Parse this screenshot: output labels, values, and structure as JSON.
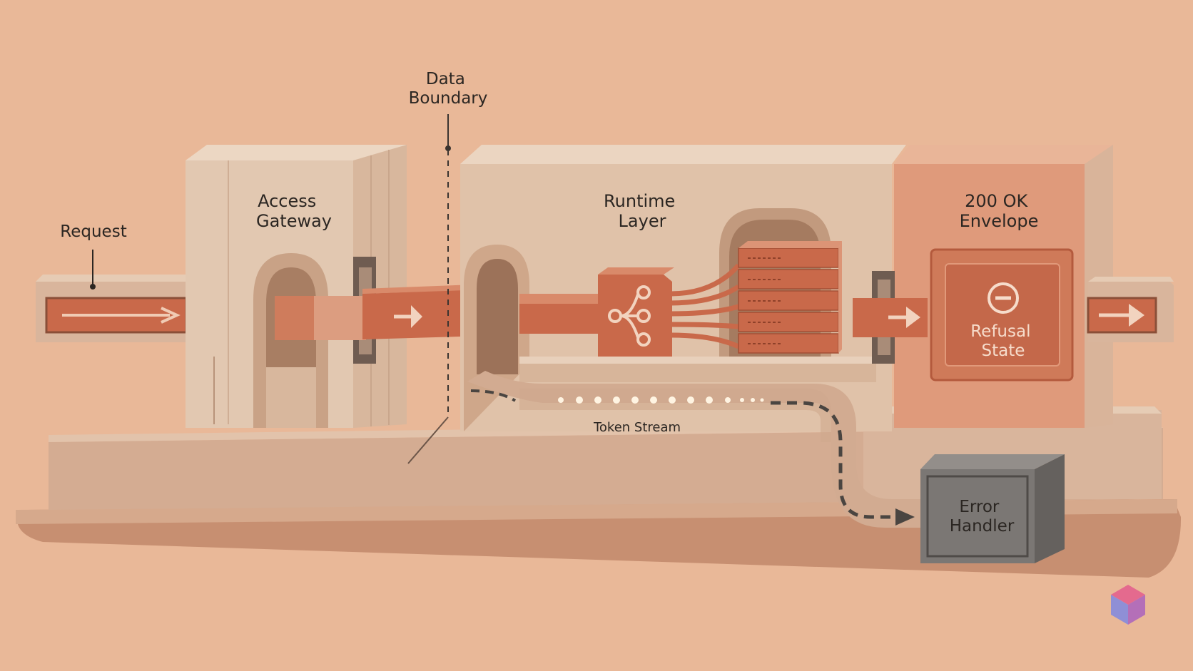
{
  "labels": {
    "request": "Request",
    "data_boundary": [
      "Data",
      "Boundary"
    ],
    "access_gateway": [
      "Access",
      "Gateway"
    ],
    "runtime_layer": [
      "Runtime",
      "Layer"
    ],
    "envelope": [
      "200 OK",
      "Envelope"
    ],
    "refusal_state": [
      "Refusal",
      "State"
    ],
    "token_stream": "Token Stream",
    "error_handler": [
      "Error",
      "Handler"
    ]
  },
  "icons": {
    "arrows": "right-arrow-icon",
    "router": "branch-split-icon",
    "refusal": "minus-circle-icon",
    "watermark": "cube-logo-icon"
  },
  "colors": {
    "background": "#e9b898",
    "stone": "#e1c3a9",
    "terracotta": "#c9694a",
    "terracotta_light": "#d98a6a",
    "error_gray": "#7b7774"
  }
}
